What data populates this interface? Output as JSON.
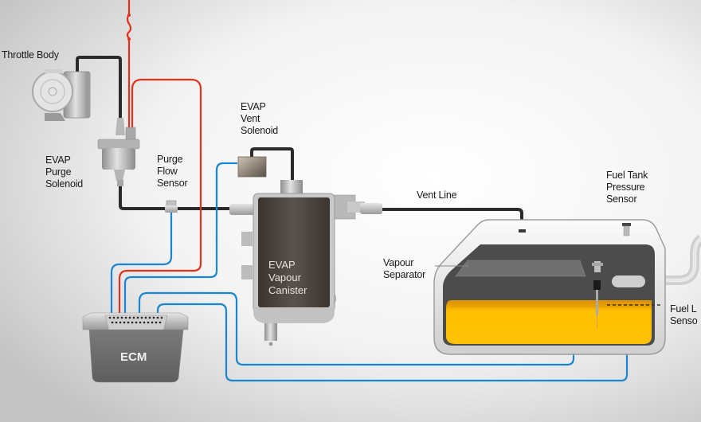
{
  "diagram": {
    "title": "EVAP System Diagram",
    "colors": {
      "background_light": "#ffffff",
      "background_dark": "#c9c9c9",
      "vacuum_hose": "#2b2b2b",
      "signal_wire_blue": "#1a86cf",
      "power_wire_red": "#e0321e",
      "fuel": "#ffc000",
      "canister_body": "#4a433d",
      "tank_interior": "#4c4c4c",
      "component_grey": "#bdbdbd"
    },
    "labels": {
      "throttle_body": "Throttle Body",
      "purge_solenoid": [
        "EVAP",
        "Purge",
        "Solenoid"
      ],
      "purge_flow_sensor": [
        "Purge",
        "Flow",
        "Sensor"
      ],
      "vent_solenoid": [
        "EVAP",
        "Vent",
        "Solenoid"
      ],
      "vapour_canister": [
        "EVAP",
        "Vapour",
        "Canister"
      ],
      "vent_line": "Vent Line",
      "vapour_separator": [
        "Vapour",
        "Separator"
      ],
      "fuel_tank_pressure_sensor": [
        "Fuel Tank",
        "Pressure",
        "Sensor"
      ],
      "fuel_level_sensor": [
        "Fuel L",
        "Senso"
      ],
      "ecm": "ECM"
    },
    "components": [
      {
        "id": "throttle-body",
        "name": "Throttle Body"
      },
      {
        "id": "purge-solenoid",
        "name": "EVAP Purge Solenoid"
      },
      {
        "id": "purge-flow-sensor",
        "name": "Purge Flow Sensor"
      },
      {
        "id": "vent-solenoid",
        "name": "EVAP Vent Solenoid"
      },
      {
        "id": "vapour-canister",
        "name": "EVAP Vapour Canister"
      },
      {
        "id": "fuel-tank",
        "name": "Fuel Tank"
      },
      {
        "id": "vapour-separator",
        "name": "Vapour Separator"
      },
      {
        "id": "fuel-tank-pressure-sensor",
        "name": "Fuel Tank Pressure Sensor"
      },
      {
        "id": "fuel-level-sensor",
        "name": "Fuel Level Sensor"
      },
      {
        "id": "ecm",
        "name": "ECM"
      }
    ]
  }
}
